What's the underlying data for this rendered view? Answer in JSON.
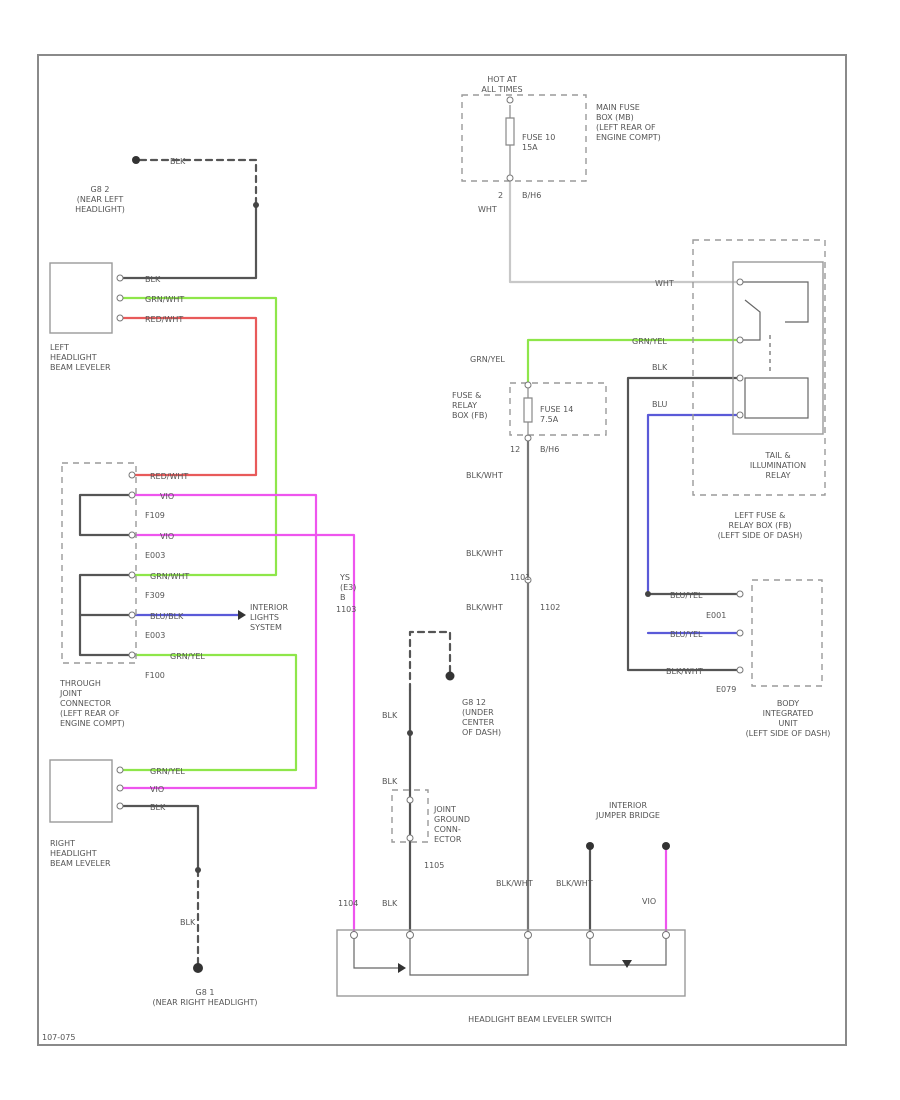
{
  "colors": {
    "wire_black": "#555555",
    "wire_white": "#c8c8c8",
    "wire_green": "#8ee64a",
    "wire_red": "#e85a5a",
    "wire_pink": "#ee55ee",
    "wire_blue": "#5a5ad8",
    "frame": "#9a9a9a"
  },
  "labels": {
    "hot_at_all_times": "HOT AT\nALL TIMES",
    "main_fuse_box": "MAIN FUSE\nBOX (MB)\n(LEFT REAR OF\nENGINE COMPT)",
    "fuse_10": "FUSE 10\n15A",
    "fuse_10_pin": "2",
    "fuse_10_wire": "WHT",
    "fuse_10_conn": "B/H6",
    "g2": "G8 2\n(NEAR LEFT\nHEADLIGHT)",
    "g1": "G8 1\n(NEAR RIGHT HEADLIGHT)",
    "g12": "G8 12\n(UNDER\nCENTER\nOF DASH)",
    "left_leveler": "LEFT\nHEADLIGHT\nBEAM LEVELER",
    "right_leveler": "RIGHT\nHEADLIGHT\nBEAM LEVELER",
    "through_joint": "THROUGH\nJOINT\nCONNECTOR\n(LEFT REAR OF\nENGINE COMPT)",
    "interior_lights": "INTERIOR\nLIGHTS\nSYSTEM",
    "fuse_relay_box": "FUSE &\nRELAY\nBOX (FB)",
    "fuse_14": "FUSE 14\n7.5A",
    "fuse_14_pin": "12",
    "fuse_14_conn": "B/H6",
    "tail_relay": "TAIL &\nILLUMINATION\nRELAY",
    "left_fuse_box": "LEFT FUSE &\nRELAY BOX (FB)\n(LEFT SIDE OF DASH)",
    "body_unit": "BODY\nINTEGRATED\nUNIT\n(LEFT SIDE OF DASH)",
    "joint_gnd": "JOINT\nGROUND\nCONN-\nECTOR",
    "interior_jumper": "INTERIOR\nJUMPER BRIDGE",
    "switch": "HEADLIGHT BEAM LEVELER SWITCH",
    "ref": "107-075",
    "w_blk": "BLK",
    "w_grn_wht": "GRN/WHT",
    "w_red_wht": "RED/WHT",
    "w_vio": "VIO",
    "w_blu_blk": "BLU/BLK",
    "w_grn_yel": "GRN/YEL",
    "w_blk_wht": "BLK/WHT",
    "w_blu_yel": "BLU/YEL",
    "w_wht": "WHT",
    "w_blu": "BLU",
    "c_f109": "F109",
    "c_e003": "E003",
    "c_f309": "F309",
    "c_e003b": "E003",
    "c_f100": "F100",
    "c_e001": "E001",
    "c_e079": "E079",
    "c_1102": "1102",
    "c_1101": "1101",
    "c_1103": "1103",
    "c_1104": "1104",
    "c_1105": "1105",
    "c_ys": "YS\n(E3)\nB"
  }
}
